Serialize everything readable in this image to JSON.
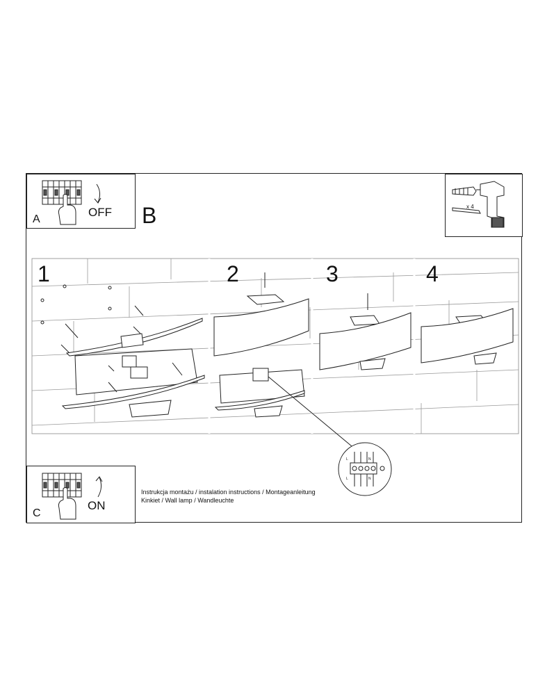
{
  "panels": {
    "a": {
      "letter": "A",
      "action": "OFF"
    },
    "b": {
      "letter": "B"
    },
    "c": {
      "letter": "C",
      "action": "ON"
    }
  },
  "tools": {
    "quantity": "x 4"
  },
  "steps": [
    {
      "number": "1"
    },
    {
      "number": "2"
    },
    {
      "number": "3"
    },
    {
      "number": "4"
    }
  ],
  "wiring": {
    "terminals": [
      "L",
      "N",
      "L",
      "N"
    ]
  },
  "footer": {
    "line1": "Instrukcja montażu / instalation instructions / Montageanleitung",
    "line2": "Kinkiet / Wall lamp / Wandleuchte"
  }
}
